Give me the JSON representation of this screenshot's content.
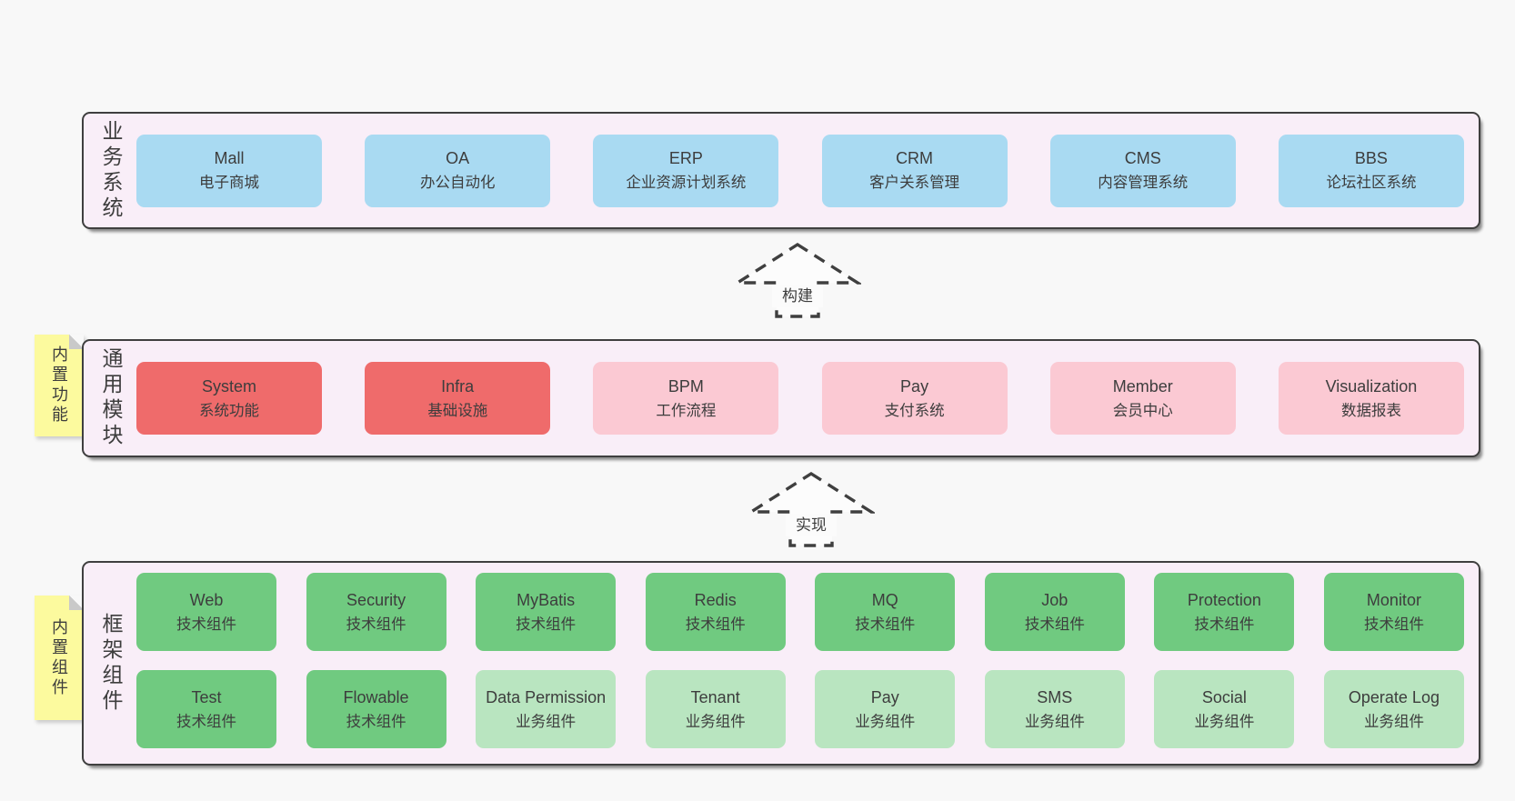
{
  "colors": {
    "page-bg": "#f8f8f8",
    "panel-bg": "#f9eef8",
    "panel-border": "#3f3f3f",
    "box-blue": "#a9daf2",
    "box-red": "#ef6b6b",
    "box-pink": "#fbc9d3",
    "box-green": "#70ca80",
    "box-green-light": "#b9e5c0",
    "sticky-yellow": "#fcfa9e",
    "fold-gray": "#c9c9c9",
    "text": "#3d3d3d"
  },
  "arrows": [
    {
      "label": "构建"
    },
    {
      "label": "实现"
    }
  ],
  "stickies": [
    {
      "label": "内置功能"
    },
    {
      "label": "内置组件"
    }
  ],
  "layers": [
    {
      "label": "业务系统",
      "boxes": [
        {
          "en": "Mall",
          "zh": "电子商城"
        },
        {
          "en": "OA",
          "zh": "办公自动化"
        },
        {
          "en": "ERP",
          "zh": "企业资源计划系统"
        },
        {
          "en": "CRM",
          "zh": "客户关系管理"
        },
        {
          "en": "CMS",
          "zh": "内容管理系统"
        },
        {
          "en": "BBS",
          "zh": "论坛社区系统"
        }
      ]
    },
    {
      "label": "通用模块",
      "boxes": [
        {
          "en": "System",
          "zh": "系统功能"
        },
        {
          "en": "Infra",
          "zh": "基础设施"
        },
        {
          "en": "BPM",
          "zh": "工作流程"
        },
        {
          "en": "Pay",
          "zh": "支付系统"
        },
        {
          "en": "Member",
          "zh": "会员中心"
        },
        {
          "en": "Visualization",
          "zh": "数据报表"
        }
      ]
    },
    {
      "label": "框架组件",
      "rows": [
        [
          {
            "en": "Web",
            "zh": "技术组件"
          },
          {
            "en": "Security",
            "zh": "技术组件"
          },
          {
            "en": "MyBatis",
            "zh": "技术组件"
          },
          {
            "en": "Redis",
            "zh": "技术组件"
          },
          {
            "en": "MQ",
            "zh": "技术组件"
          },
          {
            "en": "Job",
            "zh": "技术组件"
          },
          {
            "en": "Protection",
            "zh": "技术组件"
          },
          {
            "en": "Monitor",
            "zh": "技术组件"
          }
        ],
        [
          {
            "en": "Test",
            "zh": "技术组件"
          },
          {
            "en": "Flowable",
            "zh": "技术组件"
          },
          {
            "en": "Data Permission",
            "zh": "业务组件"
          },
          {
            "en": "Tenant",
            "zh": "业务组件"
          },
          {
            "en": "Pay",
            "zh": "业务组件"
          },
          {
            "en": "SMS",
            "zh": "业务组件"
          },
          {
            "en": "Social",
            "zh": "业务组件"
          },
          {
            "en": "Operate Log",
            "zh": "业务组件"
          }
        ]
      ]
    }
  ]
}
